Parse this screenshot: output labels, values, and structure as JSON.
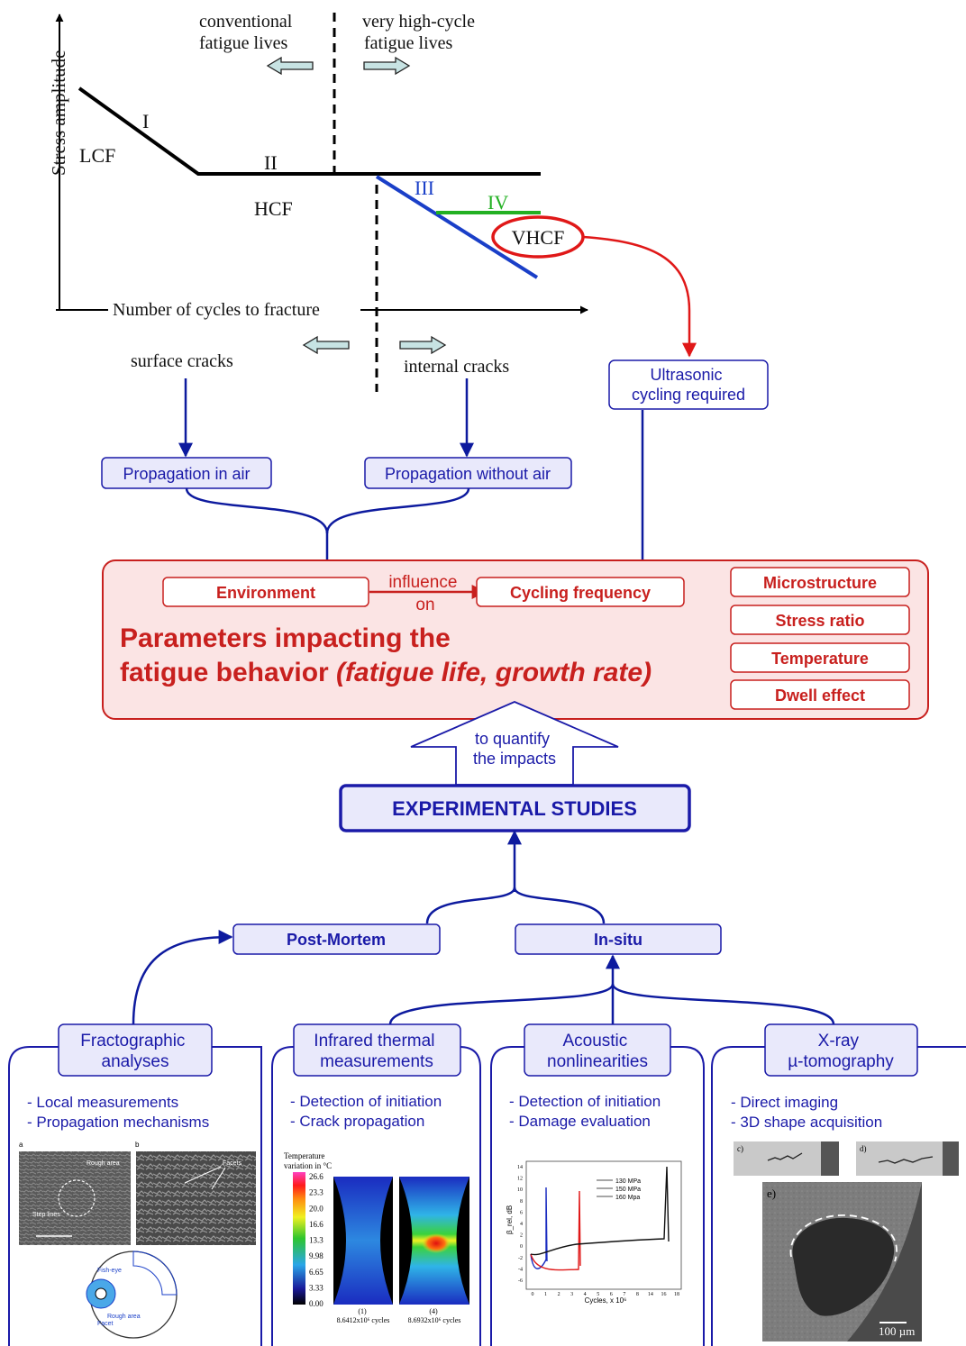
{
  "sn_diagram": {
    "y_axis_label": "Stress amplitude",
    "x_axis_label": "Number of cycles to fracture",
    "conventional_label": [
      "conventional",
      "fatigue lives"
    ],
    "vhc_label": [
      "very high-cycle",
      "fatigue lives"
    ],
    "region_labels": {
      "lcf": "LCF",
      "hcf": "HCF",
      "vhcf": "VHCF"
    },
    "stage_labels": {
      "i": "I",
      "ii": "II",
      "iii": "III",
      "iv": "IV"
    },
    "surface_cracks": "surface cracks",
    "internal_cracks": "internal cracks",
    "colors": {
      "stage_iii": "#1a3fc8",
      "stage_iv": "#22b022",
      "vhcf": "#e01818"
    }
  },
  "flow": {
    "ultrasonic": [
      "Ultrasonic",
      "cycling required"
    ],
    "propagation_air": "Propagation in air",
    "propagation_no_air": "Propagation without air"
  },
  "parameters": {
    "environment": "Environment",
    "influence": [
      "influence",
      "on"
    ],
    "cycling_frequency": "Cycling frequency",
    "title_line1": "Parameters impacting the",
    "title_line2_plain": "fatigue behavior ",
    "title_line2_italic": "(fatigue life, growth rate)",
    "side_items": [
      "Microstructure",
      "Stress ratio",
      "Temperature",
      "Dwell effect"
    ],
    "colors": {
      "accent": "#c8201e",
      "panel_fill": "#fbe4e4"
    }
  },
  "quantify": [
    "to quantify",
    "the impacts"
  ],
  "experimental_studies": "EXPERIMENTAL STUDIES",
  "post_mortem": "Post-Mortem",
  "in_situ": "In-situ",
  "methods": [
    {
      "title": [
        "Fractographic",
        "analyses"
      ],
      "bullets": [
        "- Local measurements",
        "- Propagation mechanisms"
      ],
      "figure": {
        "labels": [
          "a",
          "b"
        ],
        "annotations": [
          "Rough area",
          "Step lines",
          "Facets",
          "Fish-eye",
          "Rough area",
          "Facet"
        ]
      }
    },
    {
      "title": [
        "Infrared thermal",
        "measurements"
      ],
      "bullets": [
        "- Detection of initiation",
        "- Crack propagation"
      ],
      "figure": {
        "colorbar_title": [
          "Temperature",
          "variation in °C"
        ],
        "colorbar_ticks": [
          "26.6",
          "23.3",
          "20.0",
          "16.6",
          "13.3",
          "9.98",
          "6.65",
          "3.33",
          "0.00"
        ],
        "captions": [
          [
            "(1)",
            "8.6412x10⁶ cycles"
          ],
          [
            "(4)",
            "8.6932x10⁶ cycles"
          ]
        ]
      }
    },
    {
      "title": [
        "Acoustic",
        "nonlinearities"
      ],
      "bullets": [
        "- Detection of initiation",
        "- Damage evaluation"
      ],
      "figure": {
        "y_label": "β_rel, dB",
        "x_label": "Cycles, x 10⁶",
        "y_ticks": [
          "14",
          "12",
          "10",
          "8",
          "6",
          "4",
          "2",
          "0",
          "-2",
          "-4",
          "-6"
        ],
        "x_ticks": [
          "0",
          "1",
          "2",
          "3",
          "4",
          "5",
          "6",
          "7",
          "8",
          "14",
          "16",
          "18"
        ],
        "legend": [
          "130 MPa",
          "150 MPa",
          "160 Mpa"
        ]
      }
    },
    {
      "title": [
        "X-ray",
        "µ-tomography"
      ],
      "bullets": [
        "- Direct imaging",
        "- 3D shape acquisition"
      ],
      "figure": {
        "panel_labels": [
          "c)",
          "d)",
          "e)"
        ],
        "scale_label": "100 µm"
      }
    }
  ]
}
